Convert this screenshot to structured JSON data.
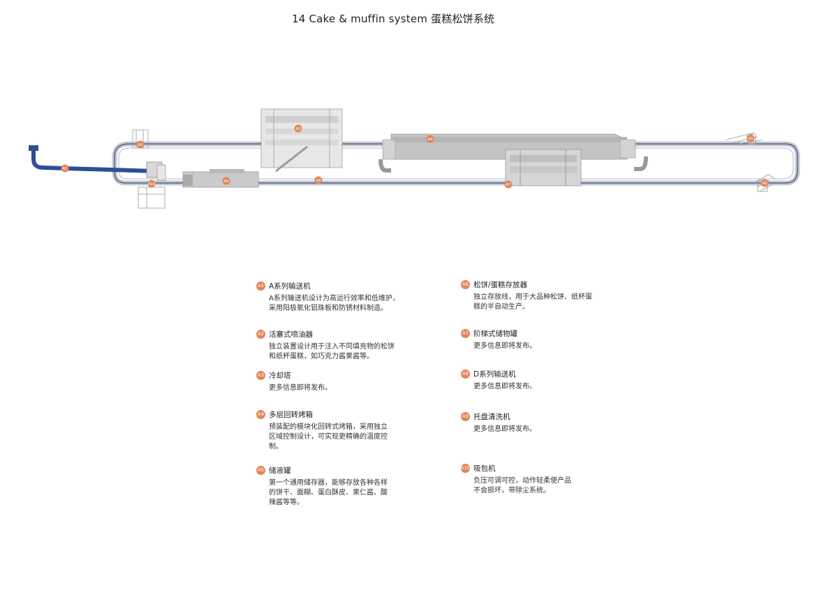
{
  "title": "14  Cake & muffin system  蛋糕松饼系统",
  "colors": {
    "accent": "#e2855a",
    "conveyor_blue": "#2c4f95",
    "machine_gray": "#bdbdbd"
  },
  "diagram_labels": [
    "A1",
    "A2",
    "A3",
    "A4",
    "A5",
    "A6",
    "A7",
    "A8",
    "A9",
    "A10"
  ],
  "legend": [
    {
      "code": "A1",
      "title": "A系列输送机",
      "lines": [
        "A系列输送机设计为高运行效率和低维护，",
        "采用阳极氧化铝珠板和防锈材料制造。"
      ]
    },
    {
      "code": "A2",
      "title": "活塞式喷油器",
      "lines": [
        "独立装置设计用于注入不同填充物的松饼",
        "和纸杯蛋糕，如巧克力酱果酱等。"
      ]
    },
    {
      "code": "A3",
      "title": "冷却塔",
      "lines": [
        "更多信息即将发布。"
      ]
    },
    {
      "code": "A4",
      "title": "多层回转烤箱",
      "lines": [
        "预装配的模块化回转式烤箱，采用独立",
        "区域控制设计，可实现更精确的温度控",
        "制。"
      ]
    },
    {
      "code": "A5",
      "title": "储液罐",
      "lines": [
        "第一个通用储存器，能够存放各种各样",
        "的饼干、面糊、蛋白酥皮、果仁酱、酸",
        "辣酱等等。"
      ]
    },
    {
      "code": "A6",
      "title": "松饼/蛋糕存放器",
      "lines": [
        "独立存放线，用于大品种松饼、纸杯蛋",
        "糕的半自动生产。"
      ]
    },
    {
      "code": "A7",
      "title": "阶梯式储物罐",
      "lines": [
        "更多信息即将发布。"
      ]
    },
    {
      "code": "A8",
      "title": "D系列输送机",
      "lines": [
        "更多信息即将发布。"
      ]
    },
    {
      "code": "A9",
      "title": "托盘清洗机",
      "lines": [
        "更多信息即将发布。"
      ]
    },
    {
      "code": "A10",
      "title": "吸包机",
      "lines": [
        "负压可调可控，动作轻柔使产品",
        "不会损坏，带除尘系统。"
      ]
    }
  ]
}
